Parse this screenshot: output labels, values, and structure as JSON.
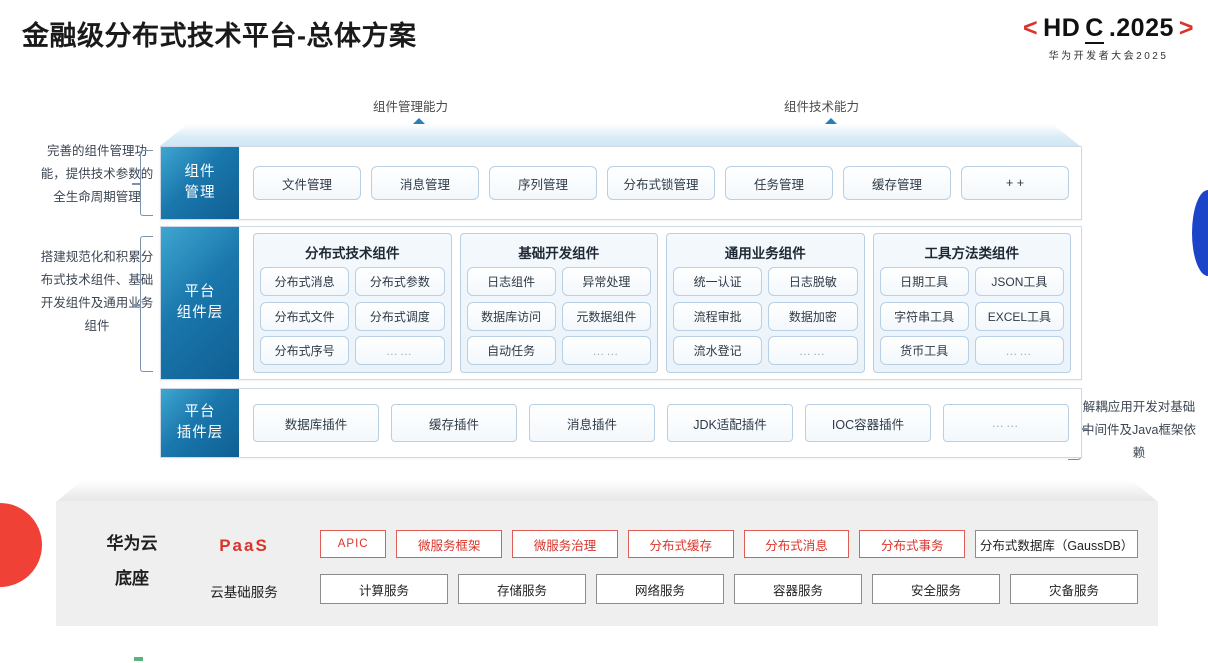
{
  "header": {
    "title": "金融级分布式技术平台-总体方案",
    "logo": {
      "bracket_left": "<",
      "bracket_right": ">",
      "text_pre": "HD",
      "text_c": "C",
      "text_post": ".2025",
      "subtitle": "华为开发者大会2025",
      "bracket_color": "#d9342b"
    }
  },
  "arrows": {
    "left_label": "组件管理能力",
    "right_label": "组件技术能力"
  },
  "side_notes": {
    "left_top": "完善的组件管理功能，提供技术参数的全生命周期管理",
    "left_bottom": "搭建规范化和积累分布式技术组件、基础开发组件及通用业务组件",
    "right": "解耦应用开发对基础中间件及Java框架依赖"
  },
  "layers": {
    "management": {
      "tab_line1": "组件",
      "tab_line2": "管理",
      "items": [
        "文件管理",
        "消息管理",
        "序列管理",
        "分布式锁管理",
        "任务管理",
        "缓存管理",
        "+ +"
      ]
    },
    "components": {
      "tab_line1": "平台",
      "tab_line2": "组件层",
      "groups": [
        {
          "title": "分布式技术组件",
          "items": [
            "分布式消息",
            "分布式参数",
            "分布式文件",
            "分布式调度",
            "分布式序号",
            "……"
          ]
        },
        {
          "title": "基础开发组件",
          "items": [
            "日志组件",
            "异常处理",
            "数据库访问",
            "元数据组件",
            "自动任务",
            "……"
          ]
        },
        {
          "title": "通用业务组件",
          "items": [
            "统一认证",
            "日志脱敏",
            "流程审批",
            "数据加密",
            "流水登记",
            "……"
          ]
        },
        {
          "title": "工具方法类组件",
          "items": [
            "日期工具",
            "JSON工具",
            "字符串工具",
            "EXCEL工具",
            "货币工具",
            "……"
          ]
        }
      ]
    },
    "plugins": {
      "tab_line1": "平台",
      "tab_line2": "插件层",
      "items": [
        "数据库插件",
        "缓存插件",
        "消息插件",
        "JDK适配插件",
        "IOC容器插件",
        "……"
      ]
    }
  },
  "base": {
    "label_line1": "华为云",
    "label_line2": "底座",
    "paas_label": "PaaS",
    "infra_label": "云基础服务",
    "paas_items": [
      {
        "label": "APIC",
        "style": "red"
      },
      {
        "label": "微服务框架",
        "style": "red"
      },
      {
        "label": "微服务治理",
        "style": "red"
      },
      {
        "label": "分布式缓存",
        "style": "red"
      },
      {
        "label": "分布式消息",
        "style": "red"
      },
      {
        "label": "分布式事务",
        "style": "red"
      },
      {
        "label": "分布式数据库（GaussDB）",
        "style": "gray"
      }
    ],
    "infra_items": [
      "计算服务",
      "存储服务",
      "网络服务",
      "容器服务",
      "安全服务",
      "灾备服务"
    ]
  },
  "colors": {
    "brand_red": "#d9342b",
    "brand_blue": "#1a77ac",
    "accent_blue": "#1b44c8",
    "base_gray": "#efefef"
  }
}
